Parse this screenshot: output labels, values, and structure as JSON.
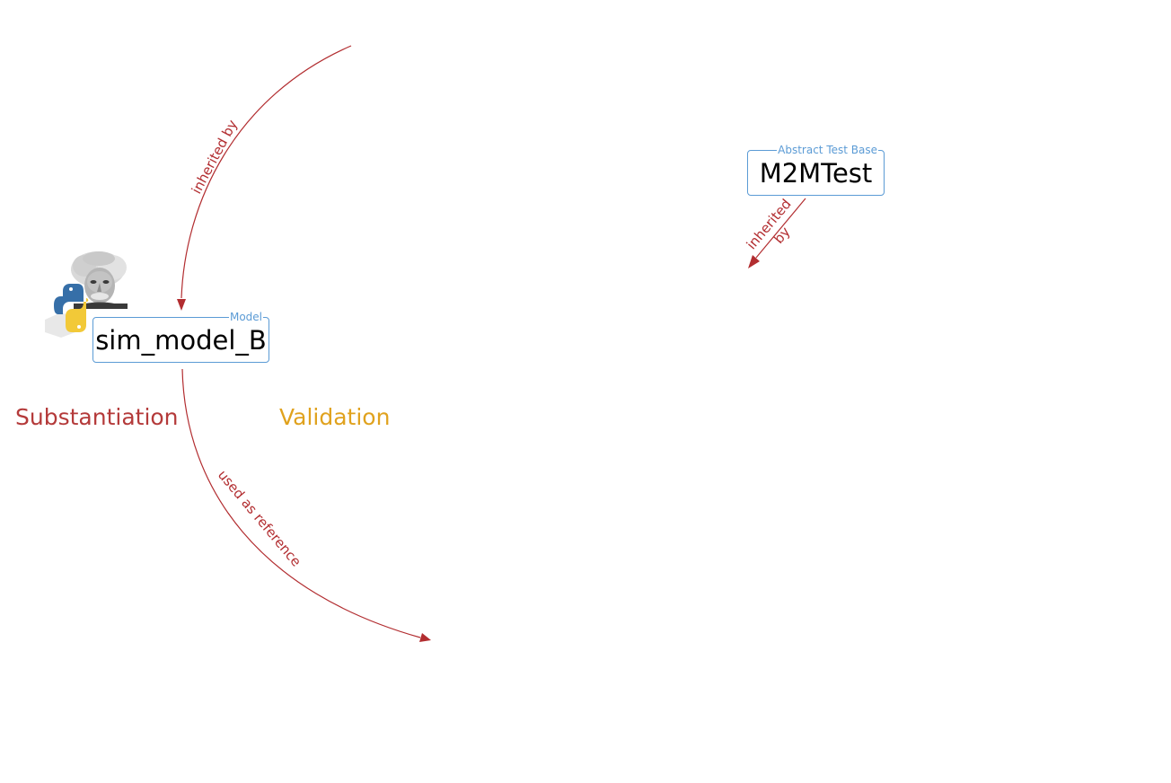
{
  "nodes": {
    "sim_model_b": {
      "type_label": "Model",
      "name": "sim_model_B"
    },
    "m2mtest": {
      "type_label": "Abstract Test Base",
      "name": "M2MTest"
    }
  },
  "edges": {
    "incoming_inheritance": {
      "label": "inherited by"
    },
    "m2mtest_inheritance": {
      "label_line1": "inherited",
      "label_line2": "by"
    },
    "reference": {
      "label": "used as reference"
    }
  },
  "regions": {
    "substantiation": {
      "label": "Substantiation",
      "color": "#b43a3a"
    },
    "validation": {
      "label": "Validation",
      "color": "#e0a21e"
    }
  },
  "icons": {
    "model_badges": [
      "einstein-portrait-icon",
      "python-logo-icon"
    ]
  },
  "colors": {
    "edge": "#b22d30",
    "node_border": "#5b9bd5",
    "node_type_label": "#5b9bd5"
  }
}
